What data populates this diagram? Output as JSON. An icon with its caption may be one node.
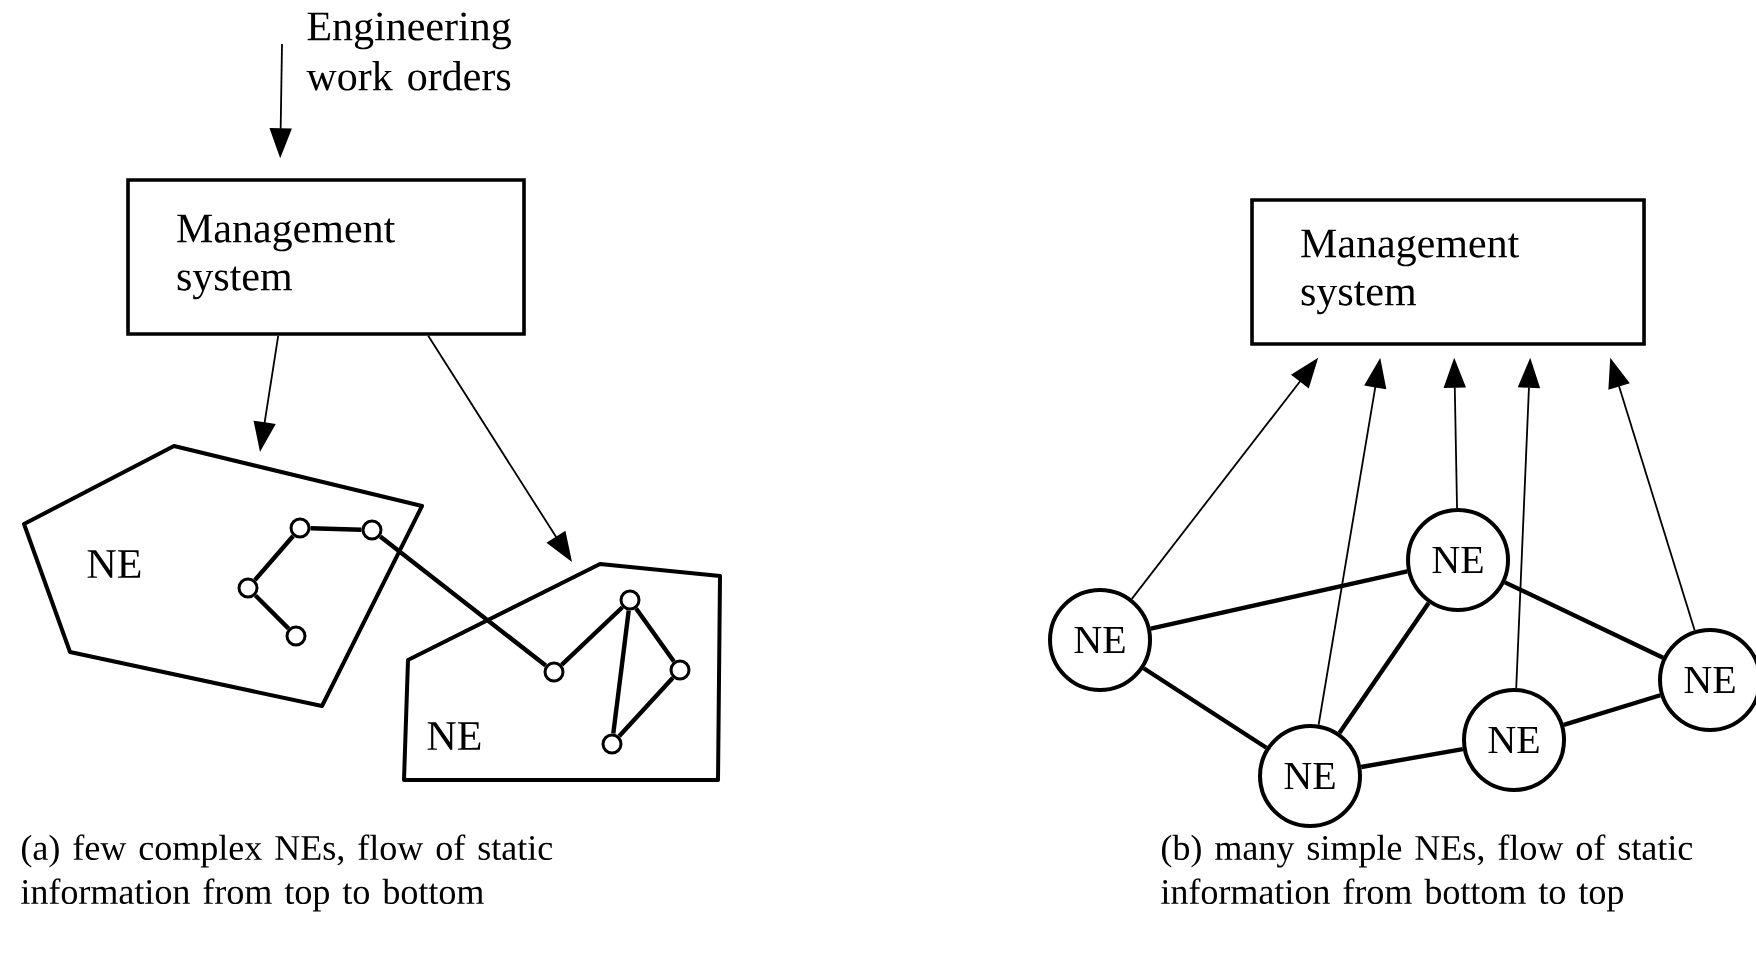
{
  "diagram": {
    "nodes": [
      {
        "text": [
          "Management system"
        ]
      },
      {
        "text": [
          "NE"
        ]
      },
      {
        "text": [
          "NE"
        ]
      },
      {
        "text": [],
        "shape": "circle",
        "in": 1
      },
      {
        "text": [],
        "shape": "circle",
        "in": 1
      },
      {
        "text": [],
        "shape": "circle",
        "in": 1
      },
      {
        "text": [],
        "shape": "circle",
        "in": 1
      },
      {
        "text": [],
        "shape": "circle",
        "in": 2
      },
      {
        "text": [],
        "shape": "circle",
        "in": 2
      },
      {
        "text": [],
        "shape": "circle",
        "in": 2
      },
      {
        "text": [],
        "shape": "circle",
        "in": 2
      },
      {
        "text": [
          "Management system"
        ]
      },
      {
        "text": [
          "NE"
        ]
      },
      {
        "text": [
          "NE"
        ]
      },
      {
        "text": [
          "NE"
        ]
      },
      {
        "text": [
          "NE"
        ]
      },
      {
        "text": [
          "NE"
        ]
      }
    ],
    "edges": [
      {
        "from": null,
        "to": 0,
        "arrow": "to",
        "label": "Engineering work orders"
      },
      {
        "from": 0,
        "to": 1,
        "arrow": "to"
      },
      {
        "from": 0,
        "to": 2,
        "arrow": "to"
      },
      {
        "from": 3,
        "to": 4,
        "arrow": "none"
      },
      {
        "from": 3,
        "to": 5,
        "arrow": "none"
      },
      {
        "from": 5,
        "to": 6,
        "arrow": "none"
      },
      {
        "from": 4,
        "to": 7,
        "arrow": "none"
      },
      {
        "from": 7,
        "to": 8,
        "arrow": "none"
      },
      {
        "from": 8,
        "to": 9,
        "arrow": "none"
      },
      {
        "from": 8,
        "to": 10,
        "arrow": "none"
      },
      {
        "from": 9,
        "to": 10,
        "arrow": "none"
      },
      {
        "from": 12,
        "to": 11,
        "arrow": "to"
      },
      {
        "from": 14,
        "to": 11,
        "arrow": "to"
      },
      {
        "from": 13,
        "to": 11,
        "arrow": "to"
      },
      {
        "from": 15,
        "to": 11,
        "arrow": "to"
      },
      {
        "from": 16,
        "to": 11,
        "arrow": "to"
      },
      {
        "from": 12,
        "to": 13,
        "arrow": "none"
      },
      {
        "from": 12,
        "to": 14,
        "arrow": "none"
      },
      {
        "from": 14,
        "to": 13,
        "arrow": "none"
      },
      {
        "from": 13,
        "to": 16,
        "arrow": "none"
      },
      {
        "from": 14,
        "to": 15,
        "arrow": "none"
      },
      {
        "from": 15,
        "to": 16,
        "arrow": "none"
      }
    ],
    "labels": [
      "(a) few complex NEs, flow of static information from top to bottom",
      "(b) many simple NEs, flow of static information from bottom to top"
    ]
  }
}
